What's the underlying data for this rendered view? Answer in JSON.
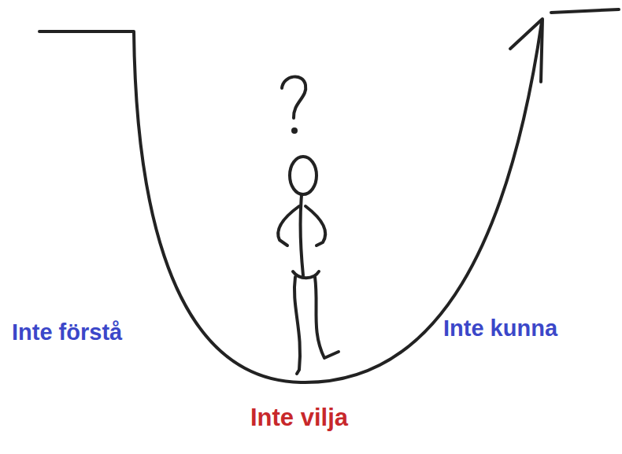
{
  "diagram": {
    "labels": [
      "Inte förstå",
      "Inte kunna",
      "Inte vilja"
    ]
  }
}
